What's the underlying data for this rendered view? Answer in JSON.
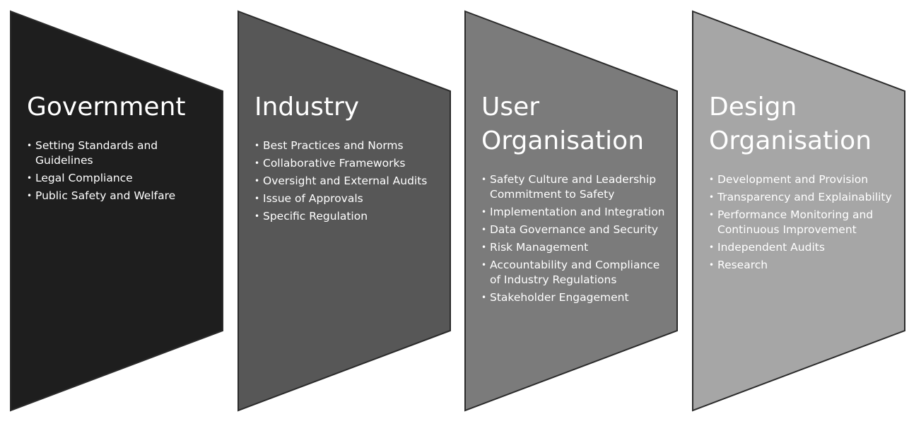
{
  "panels": [
    {
      "title": "Government",
      "color": "#1e1e1e",
      "items": [
        "Setting Standards and Guidelines",
        "Legal Compliance",
        "Public Safety and Welfare"
      ]
    },
    {
      "title": "Industry",
      "color": "#575757",
      "items": [
        "Best Practices and Norms",
        "Collaborative Frameworks",
        "Oversight and External Audits",
        "Issue of Approvals",
        "Specific Regulation"
      ]
    },
    {
      "title": "User Organisation",
      "color": "#7b7b7b",
      "items": [
        "Safety Culture and Leadership Commitment to Safety",
        "Implementation and Integration",
        "Data Governance and Security",
        "Risk Management",
        "Accountability and Compliance of Industry Regulations",
        "Stakeholder Engagement"
      ]
    },
    {
      "title": "Design Organisation",
      "color": "#a6a6a6",
      "items": [
        "Development and Provision",
        "Transparency and Explainability",
        "Performance Monitoring and Continuous Improvement",
        "Independent Audits",
        "Research"
      ]
    }
  ]
}
